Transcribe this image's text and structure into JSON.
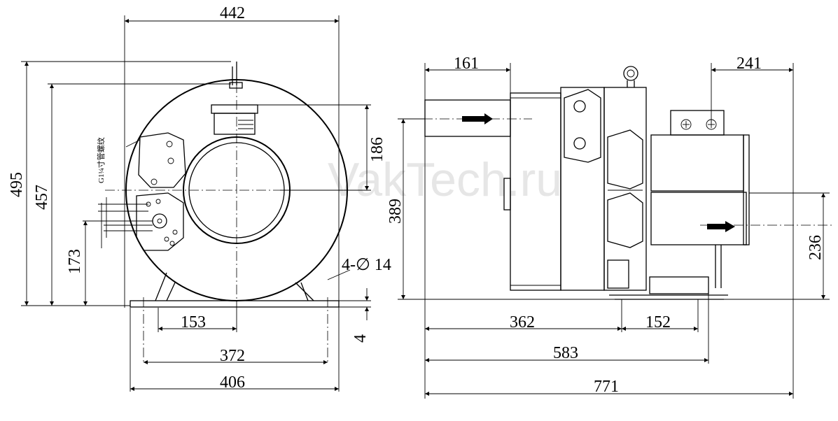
{
  "watermark": "VakTech.ru",
  "front_view": {
    "dim_width_top": "442",
    "dim_height_total": "495",
    "dim_height_457": "457",
    "dim_inlet_186": "186",
    "dim_port_173": "173",
    "dim_half_153": "153",
    "dim_holes_372": "372",
    "dim_base_406": "406",
    "dim_base_4": "4",
    "mount_holes": "4-∅ 14",
    "thread_note": "G1¼寸管螺纹"
  },
  "side_view": {
    "dim_inlet_161": "161",
    "dim_motor_241": "241",
    "dim_height_389": "389",
    "dim_outlet_236": "236",
    "dim_362": "362",
    "dim_152": "152",
    "dim_583": "583",
    "dim_771": "771"
  }
}
